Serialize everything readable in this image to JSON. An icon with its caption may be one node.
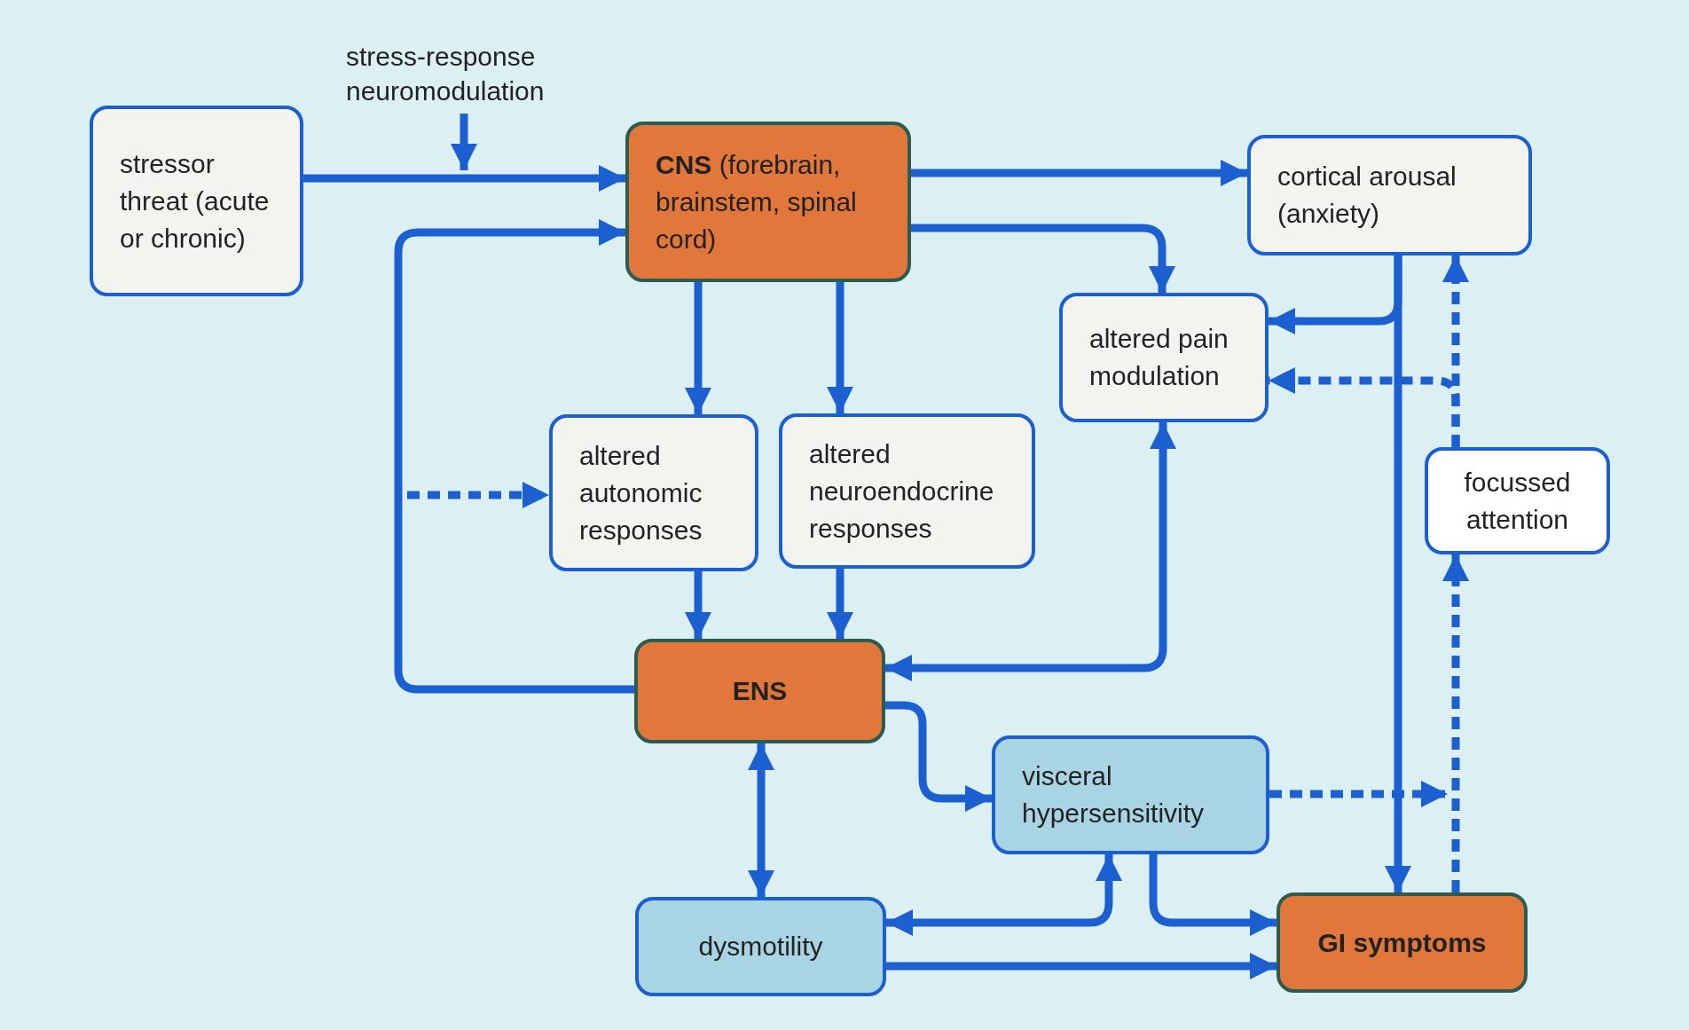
{
  "diagram": {
    "nodes": [
      {
        "text": [
          "stressor threat (acute or chronic)"
        ]
      },
      {
        "text": [
          "**CNS** (forebrain, brainstem, spinal cord)"
        ]
      },
      {
        "text": [
          "cortical arousal (anxiety)"
        ]
      },
      {
        "text": [
          "altered pain modulation"
        ]
      },
      {
        "text": [
          "altered autonomic responses"
        ]
      },
      {
        "text": [
          "altered neuroendocrine responses"
        ]
      },
      {
        "text": [
          "focussed attention"
        ]
      },
      {
        "text": [
          "ENS"
        ]
      },
      {
        "text": [
          "visceral hypersensitivity"
        ]
      },
      {
        "text": [
          "dysmotility"
        ]
      },
      {
        "text": [
          "GI symptoms"
        ]
      },
      {
        "text": [
          "stress-response neuromodulation"
        ]
      }
    ],
    "edges": [
      {
        "from": 0,
        "to": 1,
        "arrow": "to"
      },
      {
        "from": 11,
        "to": null,
        "arrow": "to"
      },
      {
        "from": 7,
        "to": 1,
        "arrow": "to"
      },
      {
        "from": null,
        "to": 4,
        "arrow": "to",
        "style": "dashed"
      },
      {
        "from": 1,
        "to": 2,
        "arrow": "to"
      },
      {
        "from": 1,
        "to": 3,
        "arrow": "to"
      },
      {
        "from": 1,
        "to": 4,
        "arrow": "to"
      },
      {
        "from": 1,
        "to": 5,
        "arrow": "to"
      },
      {
        "from": 4,
        "to": 7,
        "arrow": "to"
      },
      {
        "from": 5,
        "to": 7,
        "arrow": "to"
      },
      {
        "from": 7,
        "to": 3,
        "arrow": "both"
      },
      {
        "from": 2,
        "to": 3,
        "arrow": "to"
      },
      {
        "from": 2,
        "to": 10,
        "arrow": "to"
      },
      {
        "from": 10,
        "to": 6,
        "arrow": "to",
        "style": "dashed"
      },
      {
        "from": 6,
        "to": 3,
        "arrow": "to",
        "style": "dashed"
      },
      {
        "from": 6,
        "to": 2,
        "arrow": "to",
        "style": "dashed"
      },
      {
        "from": 8,
        "to": null,
        "arrow": "to",
        "style": "dashed"
      },
      {
        "from": 7,
        "to": 8,
        "arrow": "to"
      },
      {
        "from": 7,
        "to": 9,
        "arrow": "both"
      },
      {
        "from": 9,
        "to": 8,
        "arrow": "both"
      },
      {
        "from": 8,
        "to": 10,
        "arrow": "to"
      },
      {
        "from": 9,
        "to": 10,
        "arrow": "to"
      }
    ]
  }
}
